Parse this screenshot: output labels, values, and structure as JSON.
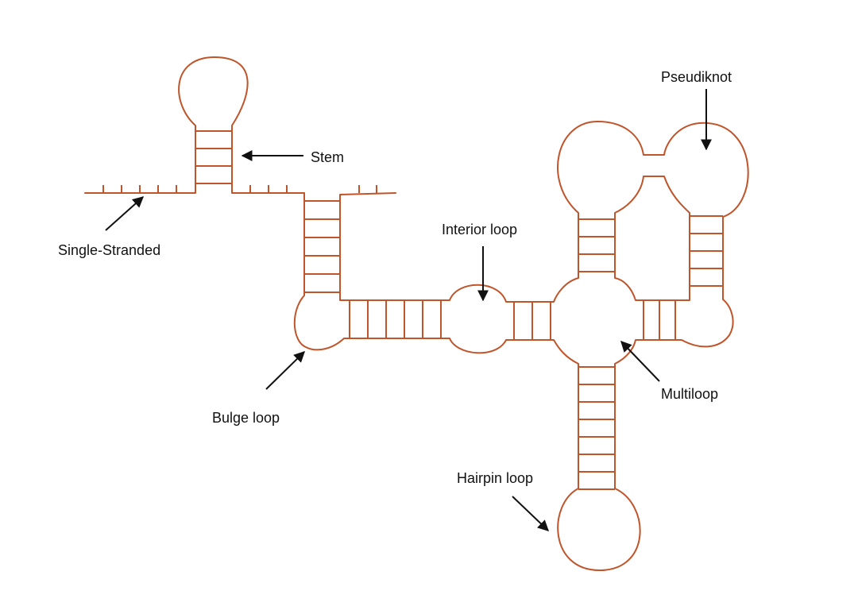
{
  "colors": {
    "strand": "#c0542a",
    "text": "#111111",
    "background": "#ffffff"
  },
  "labels": {
    "stem": "Stem",
    "single_stranded": "Single-Stranded",
    "interior_loop": "Interior loop",
    "pseudoknot": "Pseudiknot",
    "bulge_loop": "Bulge loop",
    "multiloop": "Multiloop",
    "hairpin_loop": "Hairpin loop"
  }
}
